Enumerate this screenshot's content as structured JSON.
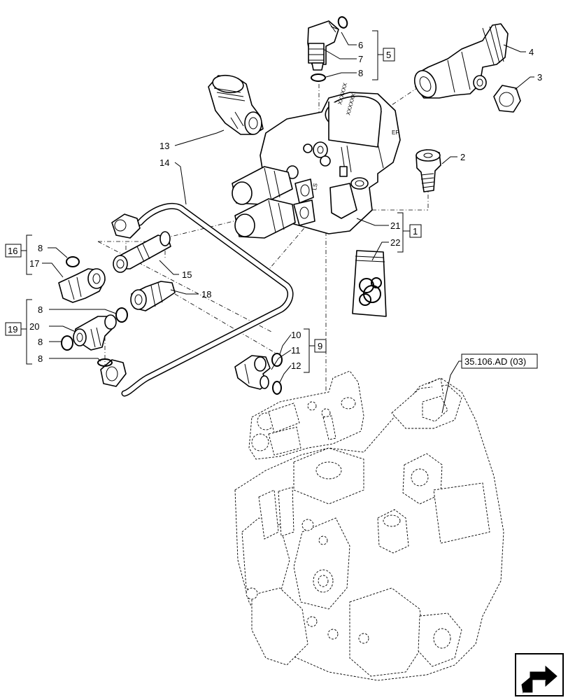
{
  "callouts": {
    "c1": "1",
    "c2": "2",
    "c3": "3",
    "c4": "4",
    "c5": "5",
    "c6": "6",
    "c7": "7",
    "c8a": "8",
    "c8b": "8",
    "c8c": "8",
    "c8d": "8",
    "c8e": "8",
    "c9": "9",
    "c10": "10",
    "c11": "11",
    "c12": "12",
    "c13": "13",
    "c14": "14",
    "c15": "15",
    "c16": "16",
    "c17": "17",
    "c18": "18",
    "c19": "19",
    "c20": "20",
    "c21": "21",
    "c22": "22"
  },
  "reference": "35.106.AD (03)",
  "valve_markings": {
    "line1": "XXXXXX",
    "line2": "XXXXXX",
    "ls": "LS",
    "ef": "EF"
  },
  "icons": {
    "nav": "next-arrow-icon"
  }
}
